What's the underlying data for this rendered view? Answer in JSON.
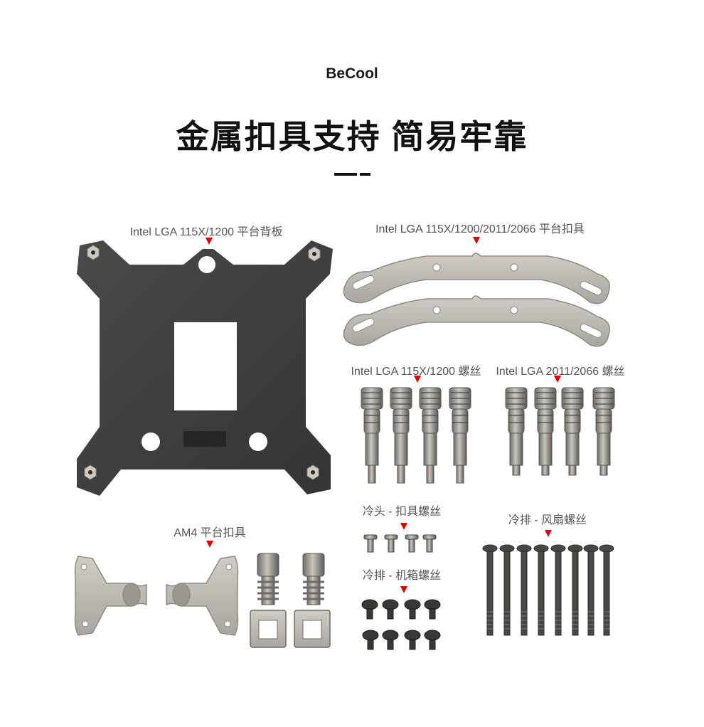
{
  "brand": "BeCool",
  "headline": "金属扣具支持 简易牢靠",
  "labels": {
    "intel_backplate": "Intel LGA 115X/1200 平台背板",
    "intel_brackets": "Intel LGA 115X/1200/2011/2066 平台扣具",
    "intel_115x_screws": "Intel LGA 115X/1200 螺丝",
    "intel_2011_screws": "Intel LGA 2011/2066 螺丝",
    "am4_brackets": "AM4 平台扣具",
    "coldhead_screws": "冷头 - 扣具螺丝",
    "radiator_fan_screws": "冷排 - 风扇螺丝",
    "radiator_case_screws": "冷排 - 机箱螺丝"
  },
  "colors": {
    "marker": "#e10000",
    "backplate": "#3e3e3e",
    "metal": "#b9b6b0"
  }
}
